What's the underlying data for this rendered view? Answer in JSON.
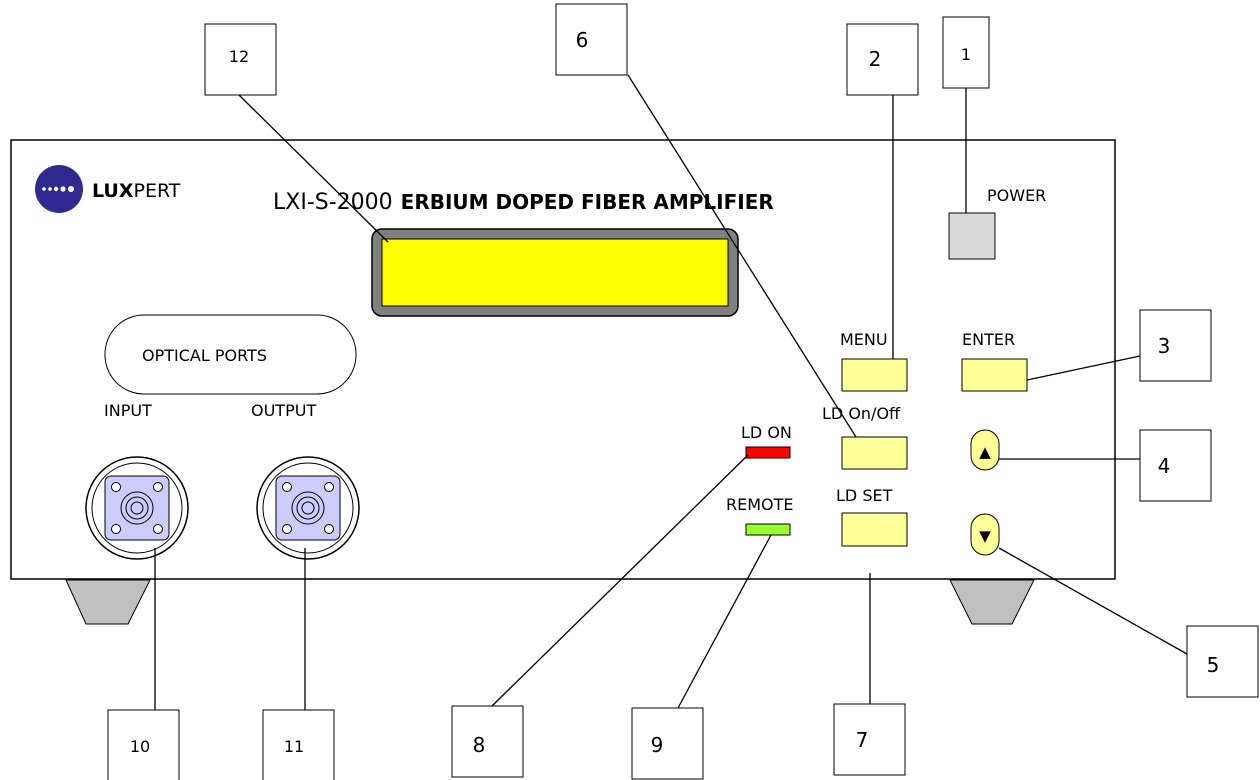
{
  "device": {
    "brand_bold": "LUX",
    "brand_light": "PERT",
    "model": "LXI-S-2000",
    "title": "ERBIUM DOPED FIBER AMPLIFIER"
  },
  "labels": {
    "power": "POWER",
    "menu": "MENU",
    "enter": "ENTER",
    "ld_onoff": "LD On/Off",
    "ld_set": "LD SET",
    "ld_on": "LD ON",
    "remote": "REMOTE",
    "optical_ports": "OPTICAL PORTS",
    "input": "INPUT",
    "output": "OUTPUT",
    "up_arrow": "▲",
    "down_arrow": "▼"
  },
  "callouts": [
    "1",
    "2",
    "3",
    "4",
    "5",
    "6",
    "7",
    "8",
    "9",
    "10",
    "11",
    "12"
  ],
  "colors": {
    "display": "#ffff00",
    "button": "#ffff99",
    "ld_on_led": "#ff0000",
    "remote_led": "#99ff33",
    "brand_logo": "#2e2a8f",
    "connector": "#ccccff"
  },
  "icons": {
    "logo": "brand-dots-icon",
    "up": "up-arrow-icon",
    "down": "down-arrow-icon"
  }
}
